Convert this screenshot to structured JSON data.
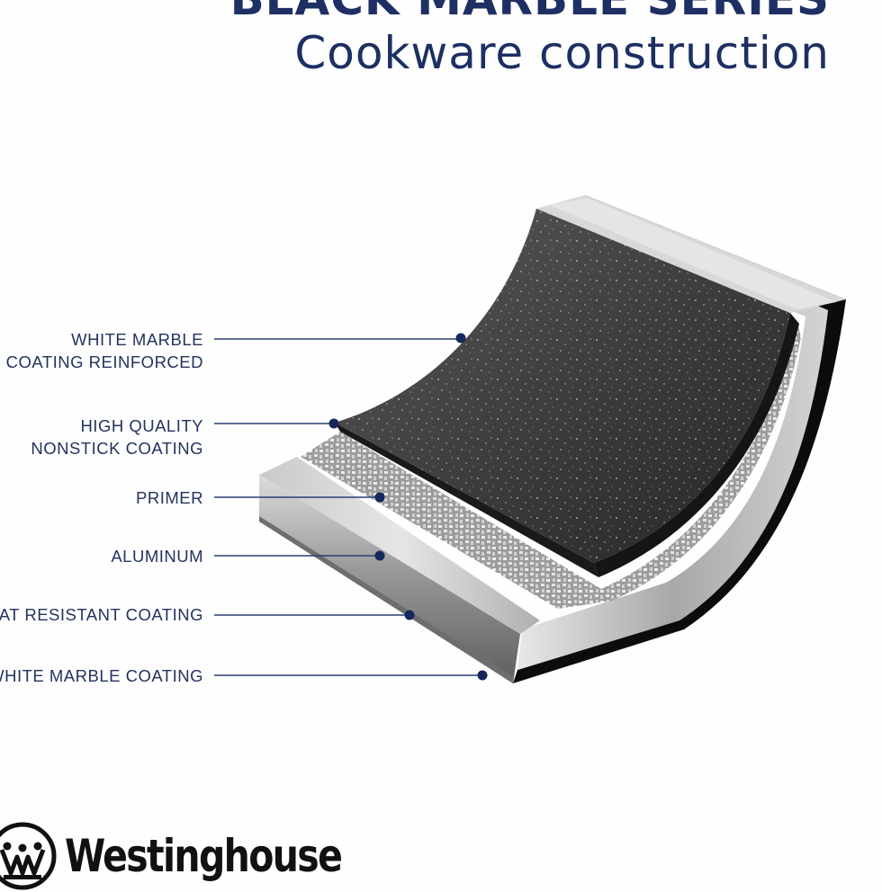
{
  "header": {
    "title": "BLACK MARBLE SERIES",
    "subtitle": "Cookware construction"
  },
  "layers": [
    {
      "id": "white-marble-reinforced",
      "lines": [
        "WHITE MARBLE",
        "COATING REINFORCED"
      ]
    },
    {
      "id": "nonstick",
      "lines": [
        "HIGH QUALITY",
        "NONSTICK COATING"
      ]
    },
    {
      "id": "primer",
      "lines": [
        "PRIMER"
      ]
    },
    {
      "id": "aluminum",
      "lines": [
        "ALUMINUM"
      ]
    },
    {
      "id": "heat-resistant",
      "lines": [
        "HEAT RESISTANT COATING"
      ]
    },
    {
      "id": "white-marble-outer",
      "lines": [
        "WHITE MARBLE COATING"
      ]
    }
  ],
  "brand": {
    "name": "Westinghouse"
  },
  "colors": {
    "navy": "#1d2f63",
    "leader": "#2b3f73",
    "dot": "#14285c"
  }
}
